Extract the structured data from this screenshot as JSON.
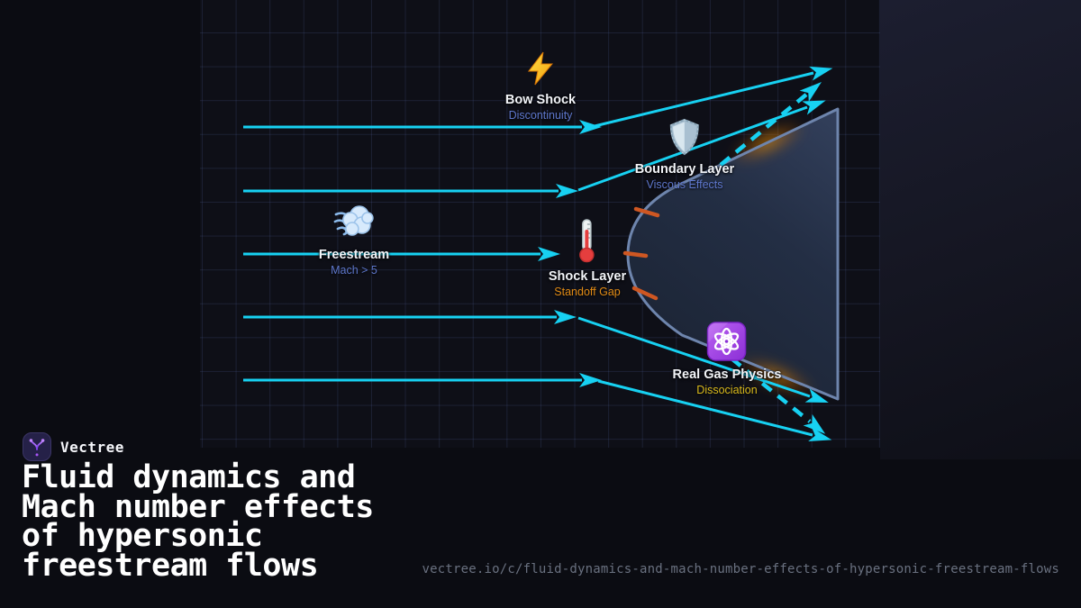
{
  "brand": {
    "name": "Vectree",
    "logo_icon": "vectree-branch-icon"
  },
  "headline": {
    "lines": [
      "Fluid dynamics and",
      "Mach number effects",
      "of hypersonic",
      "freestream flows"
    ]
  },
  "footer": {
    "url": "vectree.io/c/fluid-dynamics-and-mach-number-effects-of-hypersonic-freestream-flows"
  },
  "diagram": {
    "nodes": [
      {
        "id": "bow-shock",
        "label": "Bow Shock",
        "sublabel": "Discontinuity",
        "icon": "lightning-bolt-icon",
        "sublabel_color": "#5e77cc"
      },
      {
        "id": "boundary-layer",
        "label": "Boundary Layer",
        "sublabel": "Viscous Effects",
        "icon": "shield-icon",
        "sublabel_color": "#5e77cc"
      },
      {
        "id": "freestream",
        "label": "Freestream",
        "sublabel": "Mach > 5",
        "icon": "wind-gust-icon",
        "sublabel_color": "#5e77cc"
      },
      {
        "id": "shock-layer",
        "label": "Shock Layer",
        "sublabel": "Standoff Gap",
        "icon": "thermometer-icon",
        "sublabel_color": "#e08a15"
      },
      {
        "id": "real-gas",
        "label": "Real Gas Physics",
        "sublabel": "Dissociation",
        "icon": "atom-icon",
        "sublabel_color": "#d9b91c"
      }
    ],
    "colors": {
      "flow_arrow": "#17d1f2",
      "body_outline": "#6e85ad",
      "heat_tick": "#cf5722",
      "heat_glow": "#f59e0b"
    }
  }
}
